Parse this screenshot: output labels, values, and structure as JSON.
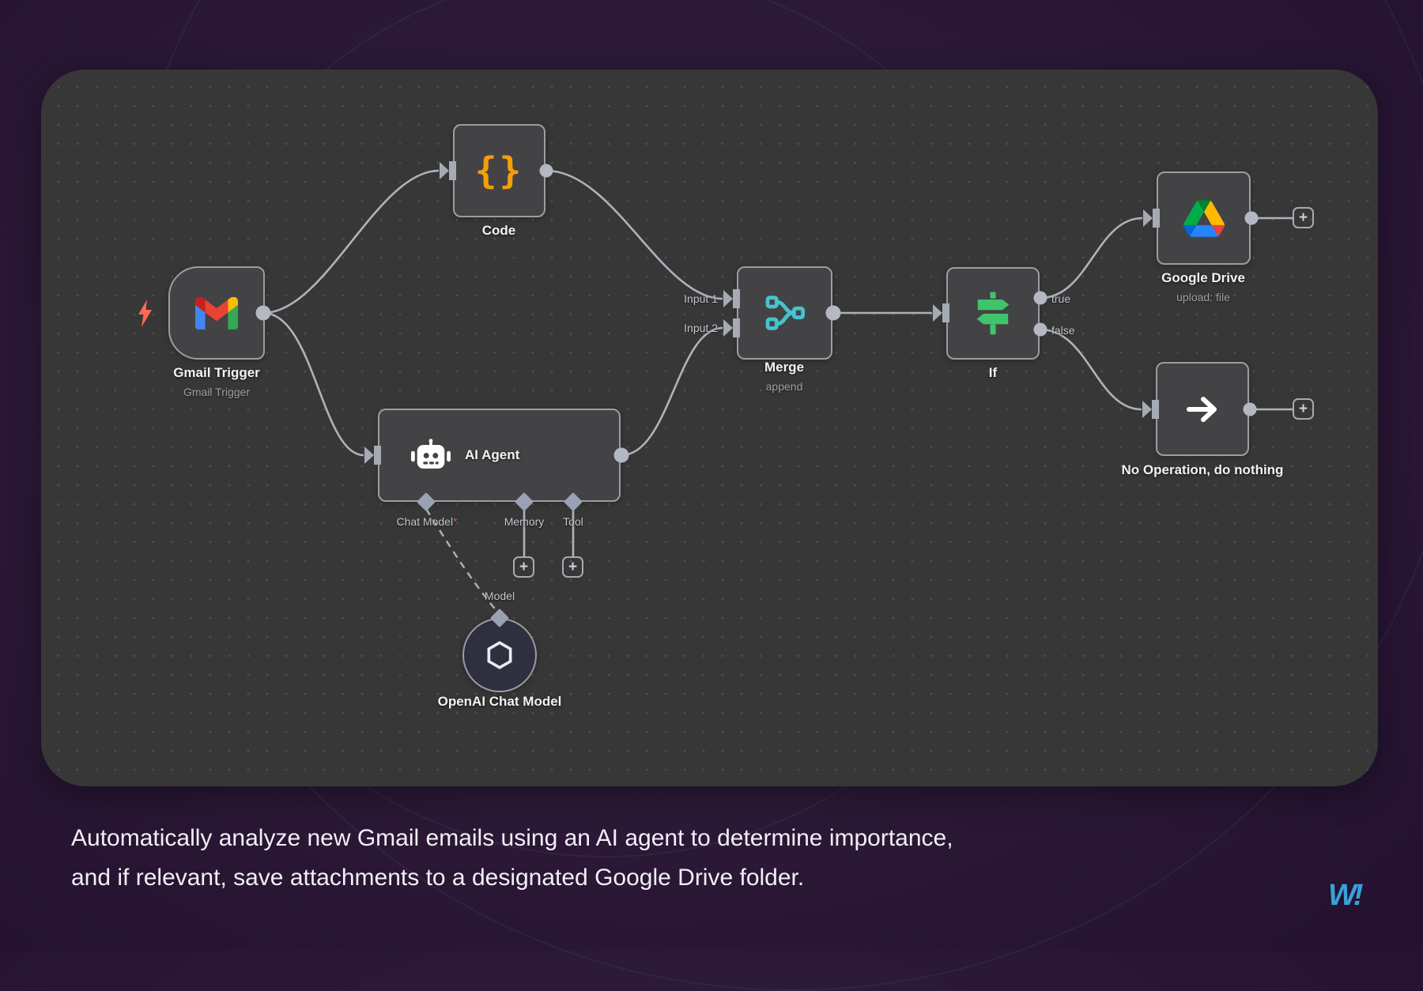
{
  "caption": {
    "line1": "Automatically analyze new Gmail emails using an AI agent to determine importance,",
    "line2": "and if relevant, save attachments to a designated Google Drive folder."
  },
  "brand": {
    "logo_text": "W!"
  },
  "nodes": {
    "gmail": {
      "title": "Gmail Trigger",
      "subtitle": "Gmail Trigger"
    },
    "code": {
      "title": "Code"
    },
    "ai_agent": {
      "title": "AI Agent"
    },
    "merge": {
      "title": "Merge",
      "subtitle": "append",
      "input1": "Input 1",
      "input2": "Input 2"
    },
    "if": {
      "title": "If",
      "true_label": "true",
      "false_label": "false"
    },
    "gdrive": {
      "title": "Google Drive",
      "subtitle": "upload: file"
    },
    "noop": {
      "title": "No Operation, do nothing"
    },
    "openai": {
      "title": "OpenAI Chat Model"
    }
  },
  "ports": {
    "chat_model": "Chat Model",
    "required_marker": "*",
    "memory": "Memory",
    "tool": "Tool",
    "model": "Model"
  },
  "buttons": {
    "plus": "+"
  },
  "icons": {
    "code_braces": "{}",
    "gmail": "gmail-m-logo",
    "lightning": "trigger-bolt",
    "robot": "ai-agent-robot",
    "merge": "merge-branches",
    "signpost": "if-signpost",
    "google_drive": "drive-triangle",
    "arrow": "noop-arrow",
    "openai": "openai-knot"
  },
  "colors": {
    "background": "#2c1a37",
    "canvas": "#373737",
    "node_fill": "#434346",
    "node_border": "#9b9da2",
    "wire": "#aeb2bc",
    "accent_orange": "#f59e0b",
    "accent_teal": "#45c4cf",
    "accent_green": "#3fc46a",
    "bolt_red": "#ff6856",
    "brand_blue": "#39a1da"
  }
}
